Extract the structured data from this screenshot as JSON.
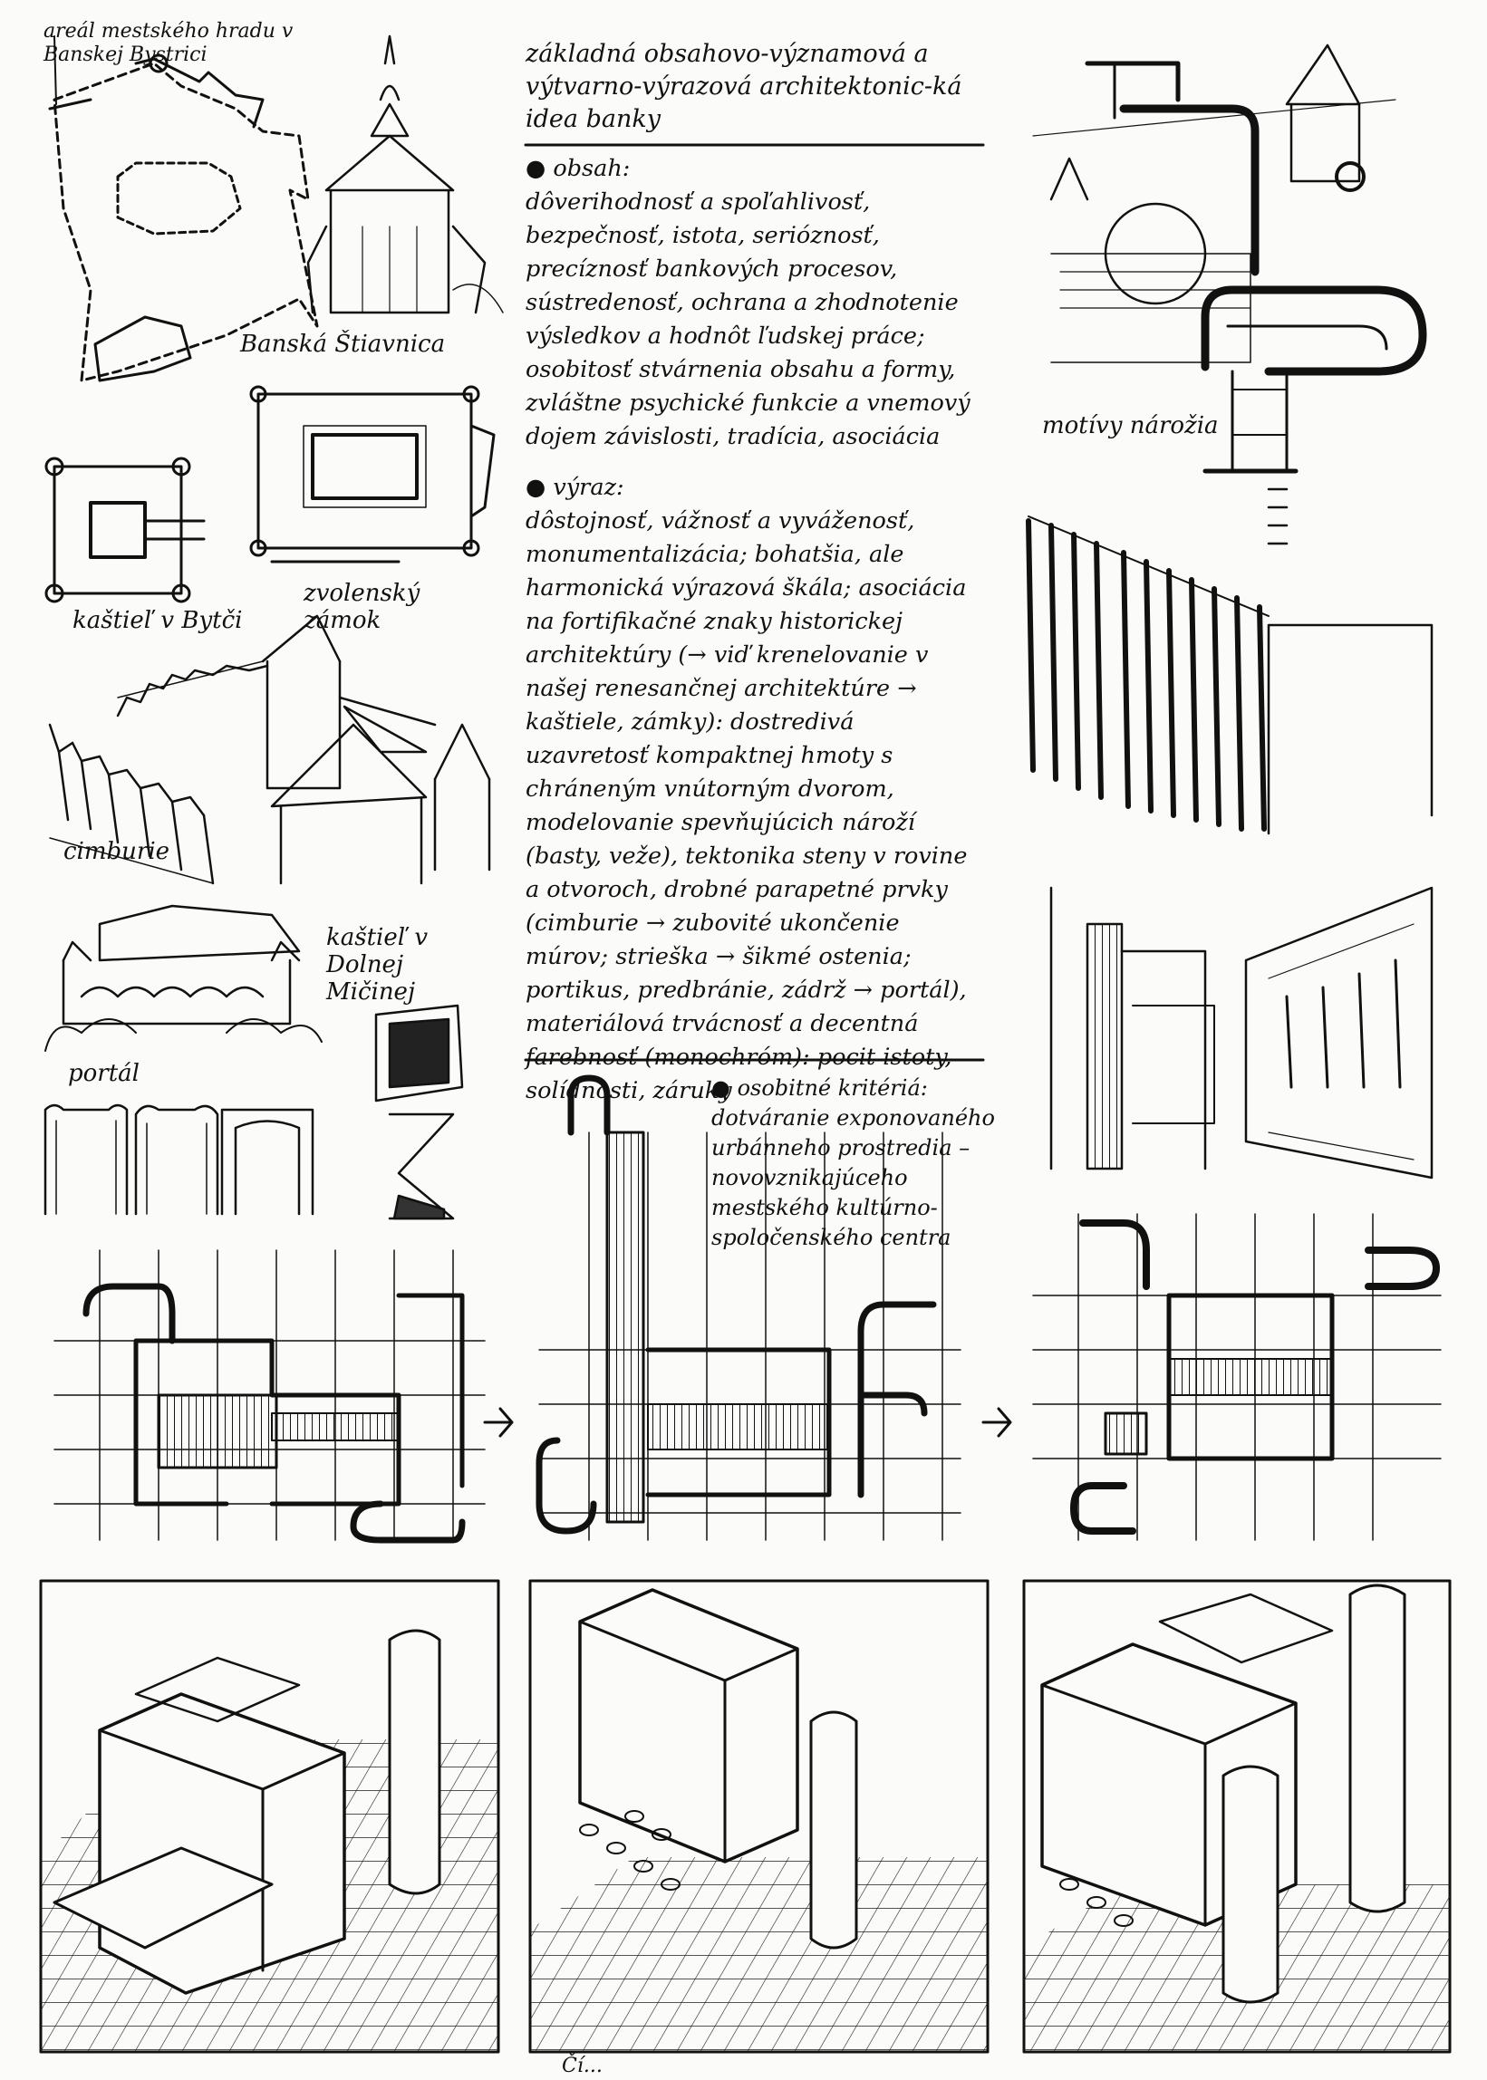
{
  "sheet": {
    "labels": {
      "areal": "areál mestského hradu v Banskej Bystrici",
      "banska_stiavnica": "Banská Štiavnica",
      "kastiel_bytca": "kaštieľ v Bytči",
      "zvolensky_zamok": "zvolenský zámok",
      "cimburie": "cimburie",
      "kastiel_micina": "kaštieľ v Dolnej Mičinej",
      "portal": "portál",
      "motivy_naroza": "motívy nárožia",
      "bottom_note": "Čí..."
    },
    "main_text": {
      "heading": "základná obsahovo-významová a výtvarno-výrazová architektonic-ká idea banky",
      "obsah_title": "obsah:",
      "obsah_body": "dôverihodnosť a spoľahlivosť, bezpečnosť, istota, serióznosť, precíznosť bankových procesov, sústredenosť, ochrana a zhodnotenie výsledkov a hodnôt ľudskej práce; osobitosť stvárnenia obsahu a formy, zvláštne psychické funkcie a vnemový dojem závislosti, tradícia, asociácia",
      "vyraz_title": "výraz:",
      "vyraz_body": "dôstojnosť, vážnosť a vyváženosť, monumentalizácia; bohatšia, ale harmonická výrazová škála; asociácia na fortifikačné znaky historickej architektúry (→ viď krenelovanie v našej renesančnej architektúre → kaštiele, zámky): dostredivá uzavretosť kompaktnej hmoty s chráneným vnútorným dvorom, modelovanie spevňujúcich nároží (basty, veže), tektonika steny v rovine a otvoroch, drobné parapetné prvky (cimburie → zubovité ukončenie múrov; strieška → šikmé ostenia; portikus, predbránie, zádrž → portál), materiálová trvácnosť a decentná farebnosť (monochróm): pocit istoty, solídnosti, záruky"
    },
    "criteria": {
      "title": "osobitné kritériá:",
      "body": "dotváranie exponovaného urbánneho prostredia – novovznikajúceho mestského kultúrno-spoločenského centra"
    }
  }
}
